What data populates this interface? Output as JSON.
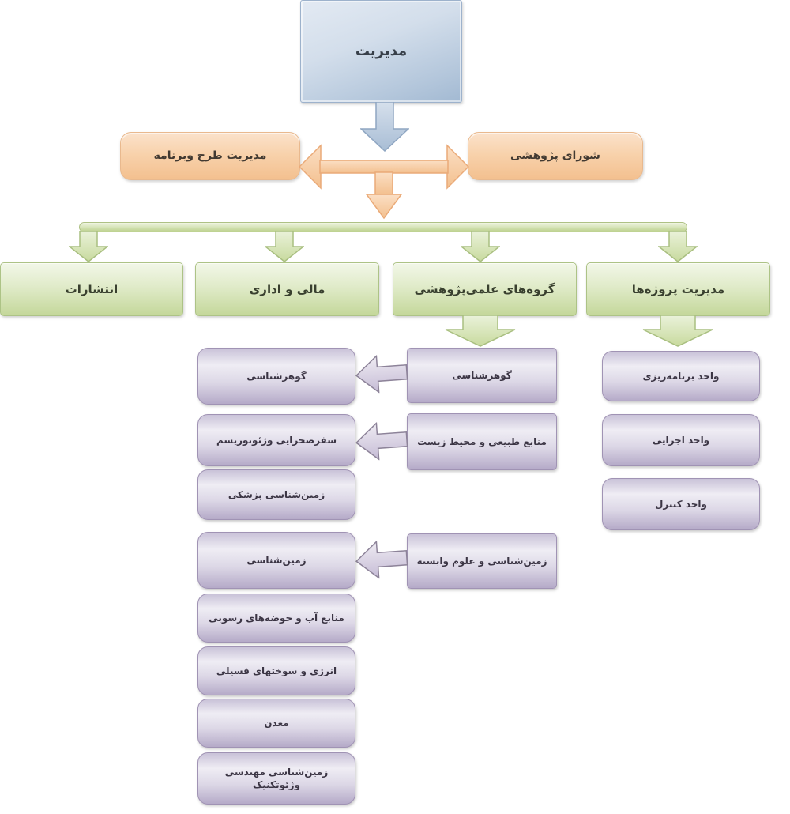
{
  "diagram": {
    "type": "organization-chart",
    "direction": "rtl",
    "colors": {
      "root_fill": "#c3d3e5",
      "level2_fill": "#f8d2ac",
      "level3_fill": "#d9e6ba",
      "leaf_fill": "#d9d3e4",
      "arrow_blue": "#b7c8de",
      "arrow_orange": "#f8cfa8",
      "arrow_green": "#dce7c3",
      "arrow_purple": "#e2dcea",
      "background": "#ffffff"
    },
    "nodes": {
      "management": {
        "label": "مدیریت",
        "level": 1
      },
      "plan_program": {
        "label": "مدیریت طرح وبرنامه",
        "level": 2
      },
      "research_council": {
        "label": "شورای پژوهشی",
        "level": 2
      },
      "publications": {
        "label": "انتشارات",
        "level": 3
      },
      "finance_admin": {
        "label": "مالی و اداری",
        "level": 3
      },
      "research_groups": {
        "label": "گروه‌های علمی‌پژوهشی",
        "level": 3
      },
      "project_management": {
        "label": "مدیریت پروژه‌ها",
        "level": 3
      },
      "gemology_group": {
        "label": "گوهرشناسی",
        "level": 4
      },
      "natural_resources_env": {
        "label": "منابع طبیعی و محیط زیست",
        "level": 4
      },
      "geology_related_sciences": {
        "label": "زمین‌شناسی و علوم وابسته",
        "level": 4
      },
      "gemology_sub": {
        "label": "گوهرشناسی",
        "level": 5
      },
      "field_trip_geotourism": {
        "label": "سفرصحرایی وژئوتوریسم",
        "level": 5
      },
      "medical_geology": {
        "label": "زمین‌شناسی پزشکی",
        "level": 5
      },
      "geology": {
        "label": "زمین‌شناسی",
        "level": 5
      },
      "water_resources_sedimentary": {
        "label": "منابع آب و حوضه‌های رسوبی",
        "level": 5
      },
      "energy_fossil_fuels": {
        "label": "انرژی و سوختهای فسیلی",
        "level": 5
      },
      "mining": {
        "label": "معدن",
        "level": 5
      },
      "engineering_geology_geotechnics": {
        "label": "زمین‌شناسی مهندسی وژئوتکنیک",
        "level": 5
      },
      "planning_unit": {
        "label": "واحد برنامه‌ریزی",
        "level": 4
      },
      "executive_unit": {
        "label": "واحد اجرایی",
        "level": 4
      },
      "control_unit": {
        "label": "واحد کنترل",
        "level": 4
      }
    },
    "connectors": [
      {
        "name": "management-down-arrow",
        "from": "management",
        "to": "level2",
        "style": "blue-down"
      },
      {
        "name": "level2-double-arrow",
        "from": "plan_program",
        "to": "research_council",
        "style": "orange-double-with-down-stem"
      },
      {
        "name": "level3-distribution-bar",
        "from": "level2",
        "to": [
          "publications",
          "finance_admin",
          "research_groups",
          "project_management"
        ],
        "style": "green-bar-with-4-down-arrows"
      },
      {
        "name": "research-groups-down-arrow",
        "from": "research_groups",
        "to": "gemology_group",
        "style": "green-down"
      },
      {
        "name": "project-management-down-arrow",
        "from": "project_management",
        "to": "planning_unit",
        "style": "green-down"
      },
      {
        "name": "gemology-left-arrow",
        "from": "gemology_group",
        "to": "gemology_sub",
        "style": "purple-left"
      },
      {
        "name": "natural-resources-left-arrow",
        "from": "natural_resources_env",
        "to": "field_trip_geotourism",
        "style": "purple-left"
      },
      {
        "name": "geology-related-left-arrow",
        "from": "geology_related_sciences",
        "to": "geology",
        "style": "purple-left"
      }
    ]
  }
}
